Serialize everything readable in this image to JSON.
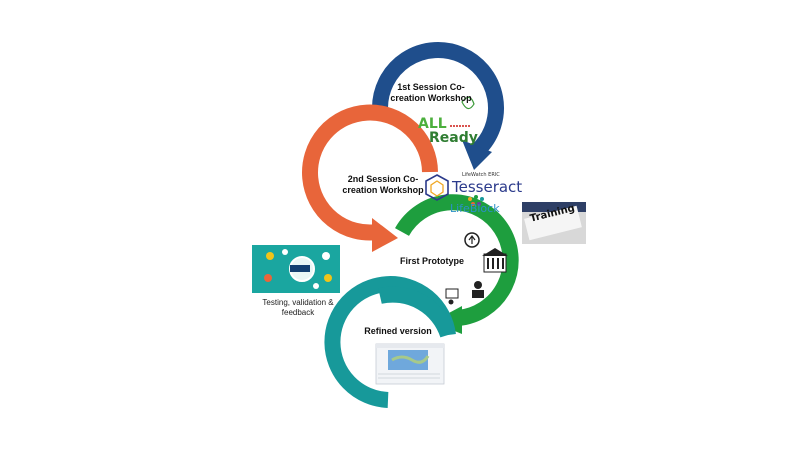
{
  "stages": [
    {
      "title_line1": "1st Session Co-",
      "title_line2": "creation Workshop",
      "color": "#1f4e8c"
    },
    {
      "title_line1": "2nd Session Co-",
      "title_line2": "creation Workshop",
      "color": "#e8653a"
    },
    {
      "title": "First Prototype",
      "color": "#1e9e3e"
    },
    {
      "title": "Refined version",
      "color": "#17999a"
    }
  ],
  "logos": {
    "allready_line1": "ALL",
    "allready_line2": "Ready",
    "tesseract_small": "LifeWatch ERIC",
    "tesseract_name": "Tesseract",
    "lifeblock": "LifeBlock"
  },
  "training_image_text": "Training",
  "testing_caption_line1": "Testing, validation &",
  "testing_caption_line2": "feedback",
  "icons": [
    "bulb-head-icon",
    "bank-building-icon",
    "presenter-icon",
    "workers-icon"
  ]
}
